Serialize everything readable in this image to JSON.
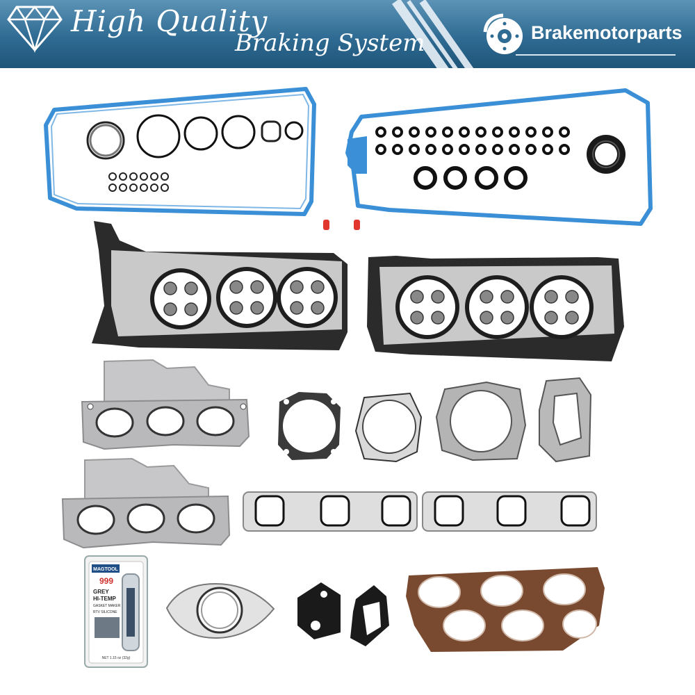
{
  "banner": {
    "tagline_line1": "High Quality",
    "tagline_line2": "Braking System",
    "brand_name": "Brakemotorparts",
    "brand_color": "#2f6b93"
  },
  "sealant_tube": {
    "brand": "MAGTOOL",
    "code": "999",
    "line1": "GREY",
    "line2": "HI-TEMP",
    "line3": "GASKET MAKER",
    "line4": "RTV SILICONE",
    "net": "NET 1.15 oz (32g)"
  },
  "colors": {
    "valve_cover": "#3a8fd6",
    "head_gasket": "#2b2b2b",
    "manifold_steel": "#b9b9bb",
    "intake_gasket": "#7a4a30",
    "cap_red": "#e0362e"
  }
}
